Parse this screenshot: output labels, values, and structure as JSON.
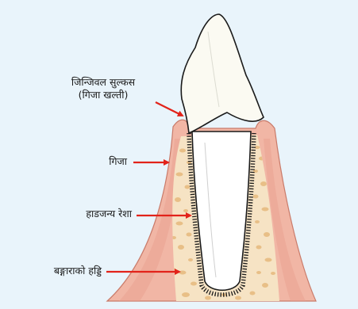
{
  "labels": {
    "gingival_sulcus": "जिन्जिवल सुल्कस",
    "gingival_sulcus_alt": "(गिजा खल्ती)",
    "gum": "गिजा",
    "periodontal_fibres": "हाडजन्य रेशा",
    "alveolar_bone": "बङ्गाराको हड्डि"
  },
  "colors": {
    "background": "#e9f4fb",
    "gum": "#f1b6a5",
    "gum_edge": "#c97b6a",
    "bone": "#f6e3c4",
    "bone_speck": "#e8bf87",
    "enamel": "#fbfaf2",
    "root": "#ffffff",
    "outline": "#1a1a1a",
    "arrow": "#e2231a"
  }
}
